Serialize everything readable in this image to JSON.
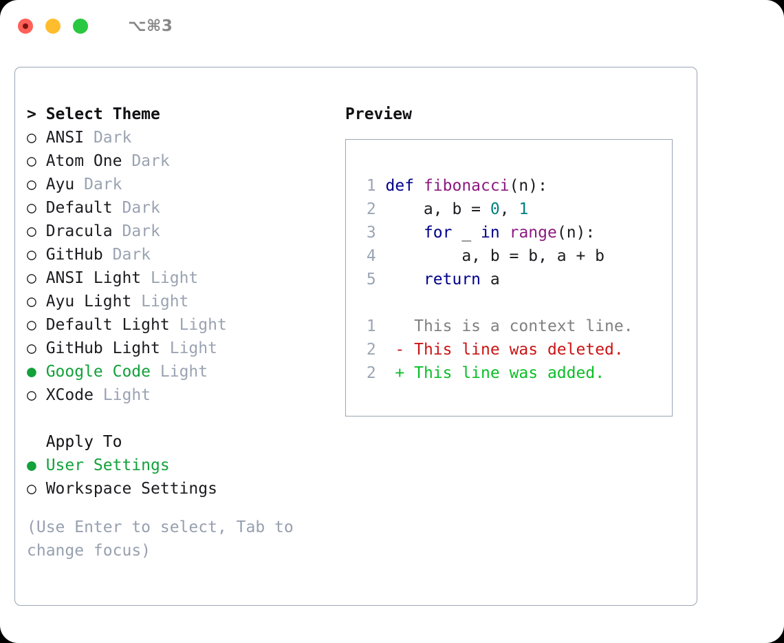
{
  "window": {
    "shortcut": "⌥⌘3",
    "traffic_lights": [
      "close",
      "minimize",
      "maximize"
    ]
  },
  "left": {
    "header": "> Select Theme",
    "themes": [
      {
        "marker": "○",
        "name": "ANSI",
        "category": "Dark",
        "selected": false
      },
      {
        "marker": "○",
        "name": "Atom One",
        "category": "Dark",
        "selected": false
      },
      {
        "marker": "○",
        "name": "Ayu",
        "category": "Dark",
        "selected": false
      },
      {
        "marker": "○",
        "name": "Default",
        "category": "Dark",
        "selected": false
      },
      {
        "marker": "○",
        "name": "Dracula",
        "category": "Dark",
        "selected": false
      },
      {
        "marker": "○",
        "name": "GitHub",
        "category": "Dark",
        "selected": false
      },
      {
        "marker": "○",
        "name": "ANSI Light",
        "category": "Light",
        "selected": false
      },
      {
        "marker": "○",
        "name": "Ayu Light",
        "category": "Light",
        "selected": false
      },
      {
        "marker": "○",
        "name": "Default Light",
        "category": "Light",
        "selected": false
      },
      {
        "marker": "○",
        "name": "GitHub Light",
        "category": "Light",
        "selected": false
      },
      {
        "marker": "●",
        "name": "Google Code",
        "category": "Light",
        "selected": true
      },
      {
        "marker": "○",
        "name": "XCode",
        "category": "Light",
        "selected": false
      }
    ],
    "apply_to": {
      "header": "  Apply To",
      "options": [
        {
          "marker": "●",
          "name": "User Settings",
          "selected": true
        },
        {
          "marker": "○",
          "name": "Workspace Settings",
          "selected": false
        }
      ]
    },
    "hint": "(Use Enter to select, Tab to change focus)"
  },
  "preview": {
    "title": "Preview",
    "code_lines": [
      {
        "no": "1",
        "tokens": [
          {
            "t": "def ",
            "c": "kw"
          },
          {
            "t": "fibonacci",
            "c": "fn"
          },
          {
            "t": "(n):",
            "c": "txt"
          }
        ]
      },
      {
        "no": "2",
        "tokens": [
          {
            "t": "    a, b = ",
            "c": "txt"
          },
          {
            "t": "0",
            "c": "num"
          },
          {
            "t": ", ",
            "c": "txt"
          },
          {
            "t": "1",
            "c": "num"
          }
        ]
      },
      {
        "no": "3",
        "tokens": [
          {
            "t": "    ",
            "c": "txt"
          },
          {
            "t": "for",
            "c": "kw"
          },
          {
            "t": " _ ",
            "c": "txt"
          },
          {
            "t": "in",
            "c": "kw"
          },
          {
            "t": " ",
            "c": "txt"
          },
          {
            "t": "range",
            "c": "fn"
          },
          {
            "t": "(n):",
            "c": "txt"
          }
        ]
      },
      {
        "no": "4",
        "tokens": [
          {
            "t": "        a, b = b, a + b",
            "c": "txt"
          }
        ]
      },
      {
        "no": "5",
        "tokens": [
          {
            "t": "    ",
            "c": "txt"
          },
          {
            "t": "return",
            "c": "kw"
          },
          {
            "t": " a",
            "c": "txt"
          }
        ]
      }
    ],
    "diff_lines": [
      {
        "no": "1",
        "marker": "  ",
        "text": "This is a context line.",
        "kind": "ctx"
      },
      {
        "no": "2",
        "marker": "- ",
        "text": "This line was deleted.",
        "kind": "del"
      },
      {
        "no": "2",
        "marker": "+ ",
        "text": "This line was added.",
        "kind": "add"
      }
    ]
  },
  "colors": {
    "accent_green": "#12a13a",
    "muted": "#9aa3b2",
    "border": "#9aa5b4",
    "keyword": "#00008b",
    "function": "#8b1a80",
    "number": "#00807f",
    "diff_add": "#0bbe28",
    "diff_del": "#cc1414",
    "diff_ctx": "#808080"
  }
}
